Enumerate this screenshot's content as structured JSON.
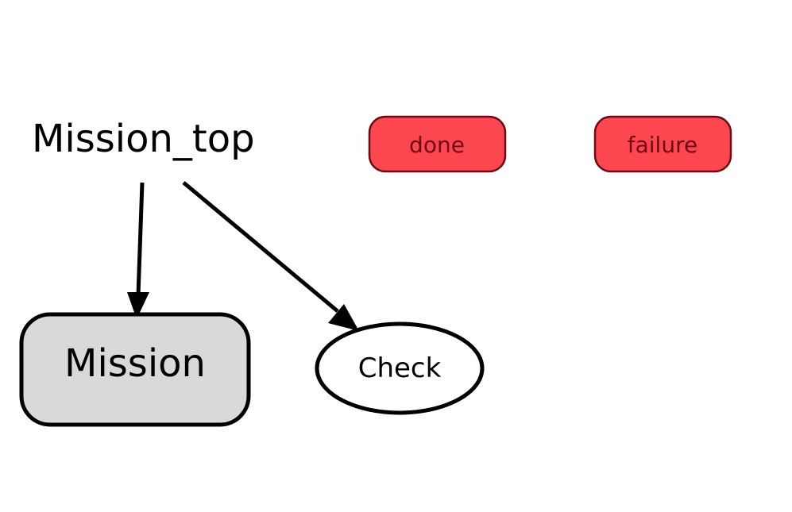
{
  "diagram": {
    "container": {
      "label": "Mission_top"
    },
    "nodes": {
      "mission": {
        "label": "Mission",
        "shape": "rounded-rect",
        "fill": "#d9d9d9",
        "stroke": "#000000"
      },
      "check": {
        "label": "Check",
        "shape": "ellipse",
        "fill": "#ffffff",
        "stroke": "#000000"
      }
    },
    "outcomes": [
      {
        "label": "done",
        "fill": "#fc4650",
        "stroke": "#6e0a14",
        "text_color": "#6e0a14"
      },
      {
        "label": "failure",
        "fill": "#fc4650",
        "stroke": "#6e0a14",
        "text_color": "#6e0a14"
      }
    ],
    "edges": [
      {
        "from": "Mission_top",
        "to": "Mission"
      },
      {
        "from": "Mission_top",
        "to": "Check"
      }
    ]
  }
}
